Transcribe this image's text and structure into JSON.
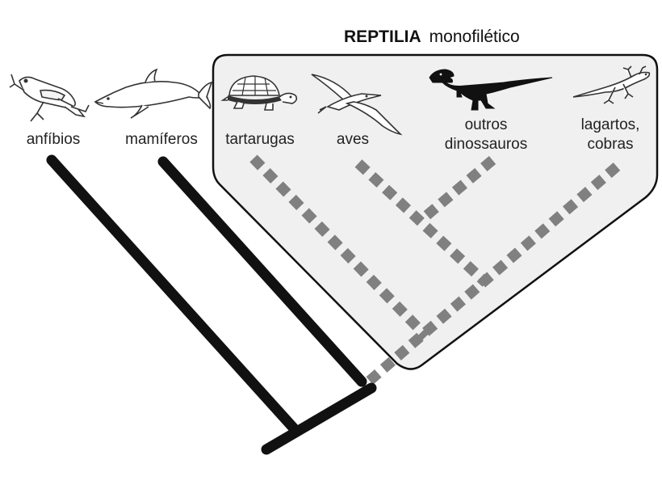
{
  "title": {
    "bold": "REPTILIA",
    "regular": "monofilético"
  },
  "taxa": {
    "anfibios": "anfíbios",
    "mamiferos": "mamíferos",
    "tartarugas": "tartarugas",
    "aves": "aves",
    "dinos_line1": "outros",
    "dinos_line2": "dinossauros",
    "lagartos_line1": "lagartos,",
    "lagartos_line2": "cobras"
  },
  "icons": [
    "frog-icon",
    "dolphin-icon",
    "turtle-icon",
    "bird-icon",
    "dinosaur-icon",
    "lizard-icon"
  ],
  "colors": {
    "background": "#ffffff",
    "clade_fill": "#f0f0f0",
    "clade_border": "#111111",
    "solid_branch": "#111111",
    "dashed_branch": "#808080"
  }
}
